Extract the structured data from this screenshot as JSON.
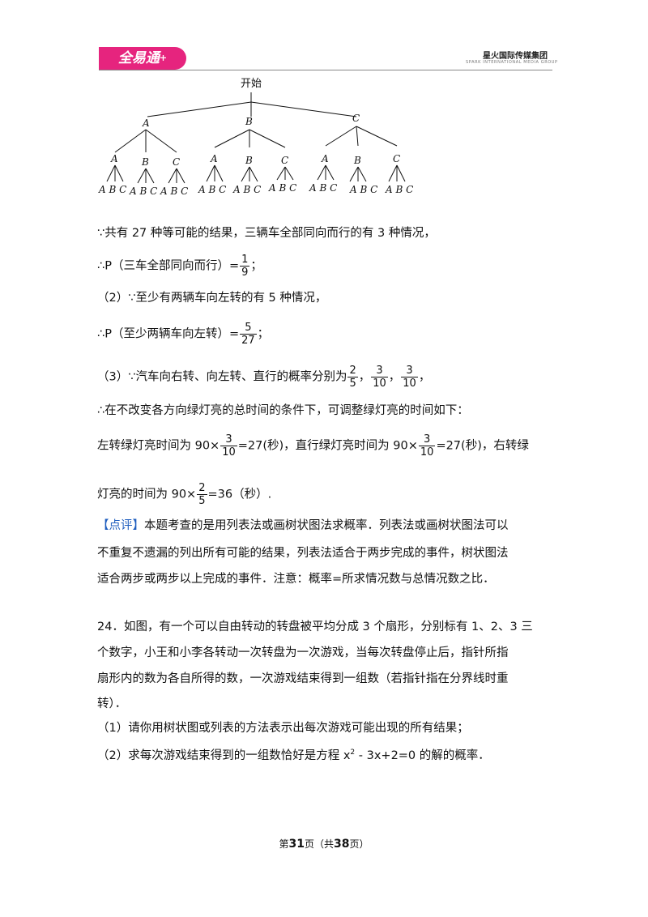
{
  "header": {
    "logo_text": "全易通",
    "logo_plus": "+",
    "brand": "星火国际传媒集团",
    "brand_sub": "SPARK INTERNATIONAL MEDIA GROUP"
  },
  "tree": {
    "root": "开始",
    "level1": [
      "A",
      "B",
      "C"
    ],
    "level2": [
      "A",
      "B",
      "C",
      "A",
      "B",
      "C",
      "A",
      "B",
      "C"
    ],
    "leaf_text": "A B C"
  },
  "content": {
    "l1": "∵共有 27 种等可能的结果，三辆车全部同向而行的有 3 种情况，",
    "l2_pre": "∴P（三车全部同向而行）=",
    "l2_num": "1",
    "l2_den": "9",
    "l2_post": "；",
    "l3": "（2）∵至少有两辆车向左转的有 5 种情况，",
    "l4_pre": "∴P（至少两辆车向左转）=",
    "l4_num": "5",
    "l4_den": "27",
    "l4_post": "；",
    "l5_pre": "（3）∵汽车向右转、向左转、直行的概率分别为",
    "l5_f1_num": "2",
    "l5_f1_den": "5",
    "l5_sep1": "，",
    "l5_f2_num": "3",
    "l5_f2_den": "10",
    "l5_sep2": "，",
    "l5_f3_num": "3",
    "l5_f3_den": "10",
    "l5_post": "，",
    "l6": "∴在不改变各方向绿灯亮的总时间的条件下，可调整绿灯亮的时间如下：",
    "l7_a": "左转绿灯亮时间为 90×",
    "l7_f1_num": "3",
    "l7_f1_den": "10",
    "l7_b": "=27(秒)，直行绿灯亮时间为 90×",
    "l7_f2_num": "3",
    "l7_f2_den": "10",
    "l7_c": "=27(秒)，右转绿",
    "l8_a": "灯亮的时间为 90×",
    "l8_num": "2",
    "l8_den": "5",
    "l8_b": "=36（秒）.",
    "comment_tag": "【点评】",
    "c1": "本题考查的是用列表法或画树状图法求概率．列表法或画树状图法可以",
    "c2": "不重复不遗漏的列出所有可能的结果，列表法适合于两步完成的事件，树状图法",
    "c3": "适合两步或两步以上完成的事件．注意：概率=所求情况数与总情况数之比．",
    "q1": "24．如图，有一个可以自由转动的转盘被平均分成 3 个扇形，分别标有 1、2、3 三",
    "q2": "个数字，小王和小李各转动一次转盘为一次游戏，当每次转盘停止后，指针所指",
    "q3": "扇形内的数为各自所得的数，一次游戏结束得到一组数（若指针指在分界线时重",
    "q4": "转）．",
    "q5": "（1）请你用树状图或列表的方法表示出每次游戏可能出现的所有结果；",
    "q6_pre": "（2）求每次游戏结束得到的一组数恰好是方程 x",
    "q6_sup": "2",
    "q6_post": " - 3x+2=0 的解的概率．"
  },
  "footer": {
    "pre": "第",
    "page": "31",
    "mid": "页（共",
    "total": "38",
    "post": "页）"
  }
}
